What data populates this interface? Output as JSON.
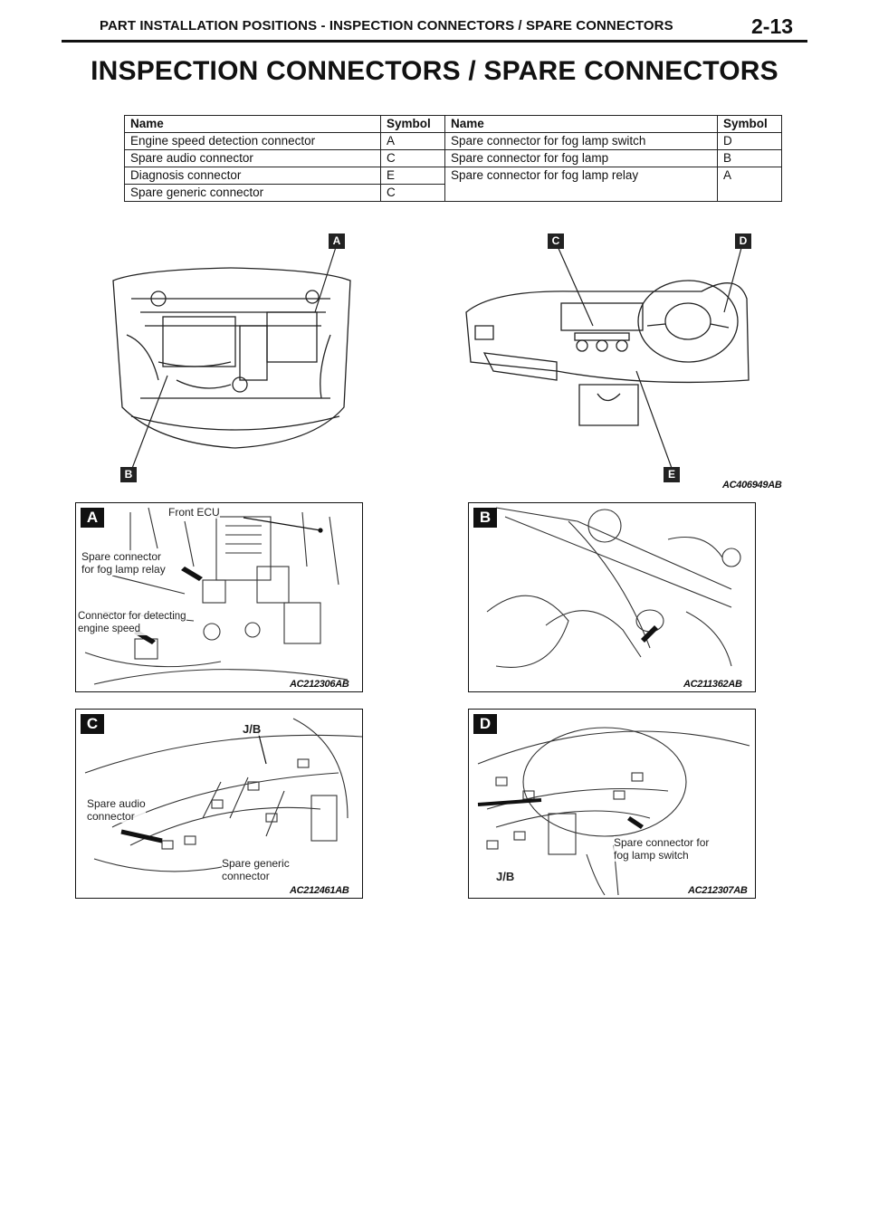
{
  "header": {
    "title": "PART INSTALLATION POSITIONS - INSPECTION CONNECTORS / SPARE CONNECTORS",
    "page_number": "2-13"
  },
  "main_title": "INSPECTION CONNECTORS / SPARE CONNECTORS",
  "table": {
    "headers": [
      "Name",
      "Symbol",
      "Name",
      "Symbol"
    ],
    "left_rows": [
      {
        "name": "Engine speed detection connector",
        "symbol": "A"
      },
      {
        "name": "Spare audio connector",
        "symbol": "C"
      },
      {
        "name": "Diagnosis connector",
        "symbol": "E"
      },
      {
        "name": "Spare generic connector",
        "symbol": "C"
      }
    ],
    "right_rows": [
      {
        "name": "Spare connector for fog lamp switch",
        "symbol": "D"
      },
      {
        "name": "Spare connector for fog lamp",
        "symbol": "B"
      },
      {
        "name": "Spare connector for fog lamp relay",
        "symbol": "A"
      }
    ]
  },
  "overview": {
    "badges": [
      "A",
      "C",
      "D",
      "B",
      "E"
    ],
    "code": "AC406949AB"
  },
  "panels": {
    "a": {
      "badge": "A",
      "code": "AC212306AB",
      "labels": {
        "front_ecu": "Front ECU",
        "fog_relay_1": "Spare connector",
        "fog_relay_2": "for fog lamp relay",
        "engine_speed_1": "Connector for detecting",
        "engine_speed_2": "engine speed"
      }
    },
    "b": {
      "badge": "B",
      "code": "AC211362AB"
    },
    "c": {
      "badge": "C",
      "code": "AC212461AB",
      "labels": {
        "jb": "J/B",
        "audio_1": "Spare audio",
        "audio_2": "connector",
        "generic_1": "Spare generic",
        "generic_2": "connector"
      }
    },
    "d": {
      "badge": "D",
      "code": "AC212307AB",
      "labels": {
        "jb": "J/B",
        "fog_switch_1": "Spare connector for",
        "fog_switch_2": "fog lamp switch"
      }
    }
  }
}
